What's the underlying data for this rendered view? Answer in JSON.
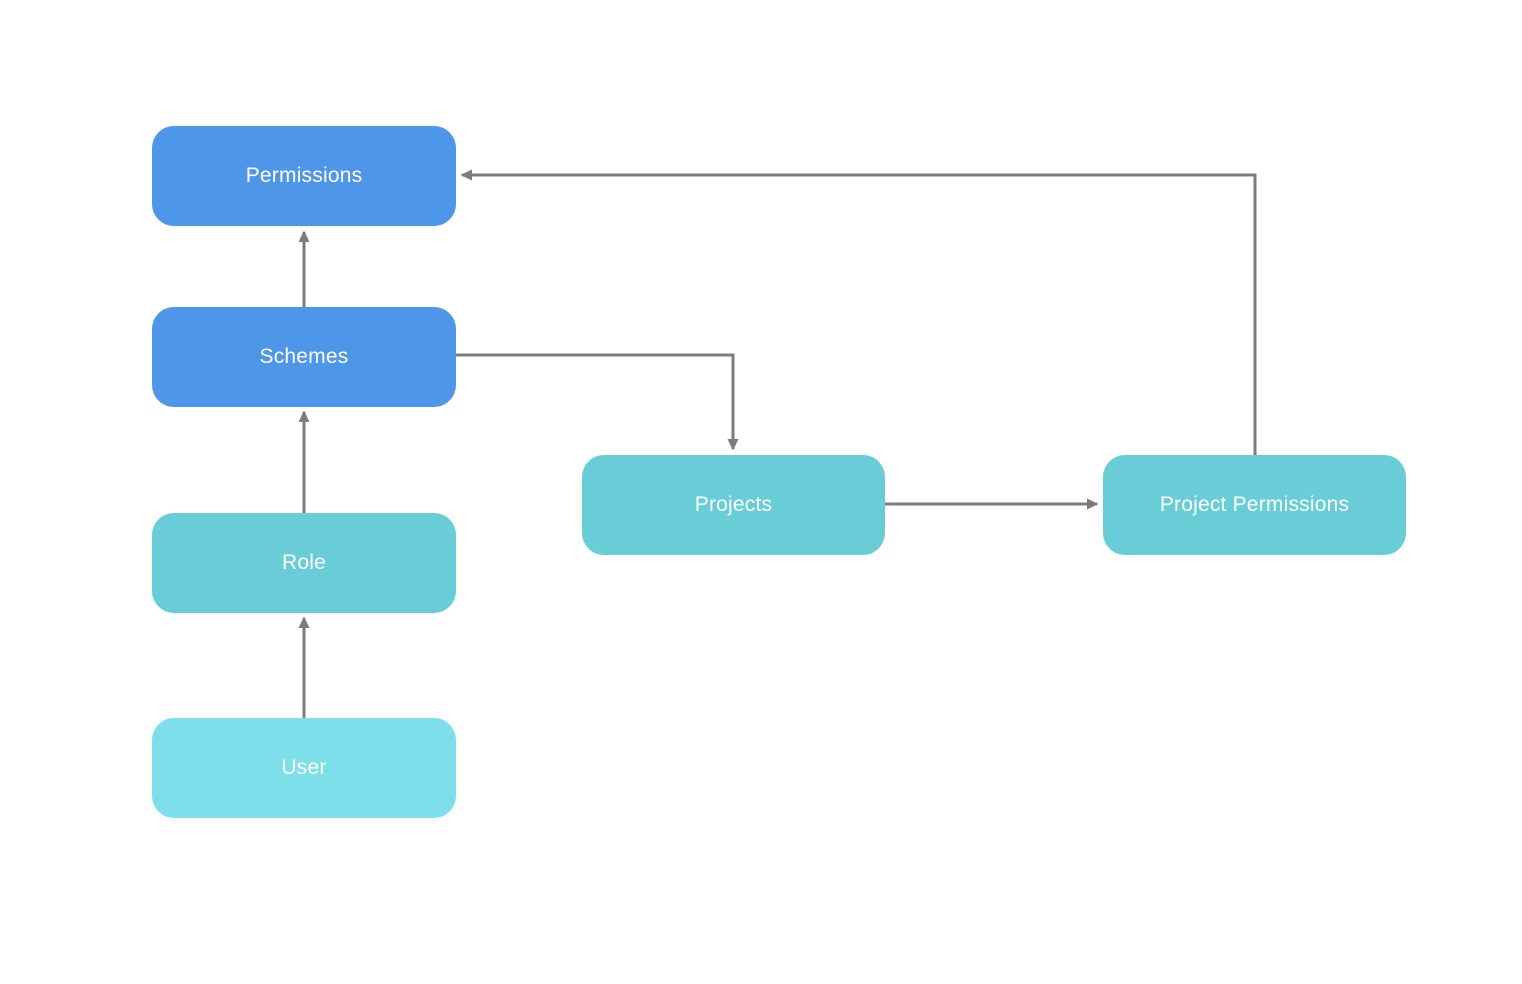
{
  "diagram": {
    "type": "flowchart",
    "background": "#ffffff",
    "arrow_color": "#7c7c7c",
    "text_color": "#ffffff",
    "nodes": [
      {
        "id": "permissions",
        "label": "Permissions",
        "color": "#4d96e8"
      },
      {
        "id": "schemes",
        "label": "Schemes",
        "color": "#4d96e8"
      },
      {
        "id": "role",
        "label": "Role",
        "color": "#68cdd7"
      },
      {
        "id": "user",
        "label": "User",
        "color": "#7cdfe9"
      },
      {
        "id": "projects",
        "label": "Projects",
        "color": "#68cdd7"
      },
      {
        "id": "project_permissions",
        "label": "Project Permissions",
        "color": "#68cdd7"
      }
    ],
    "edges": [
      {
        "from": "user",
        "to": "role",
        "direction": "up"
      },
      {
        "from": "role",
        "to": "schemes",
        "direction": "up"
      },
      {
        "from": "schemes",
        "to": "permissions",
        "direction": "up"
      },
      {
        "from": "schemes",
        "to": "projects",
        "direction": "right-then-down"
      },
      {
        "from": "projects",
        "to": "project_permissions",
        "direction": "right"
      },
      {
        "from": "project_permissions",
        "to": "permissions",
        "direction": "up-then-left"
      }
    ]
  }
}
